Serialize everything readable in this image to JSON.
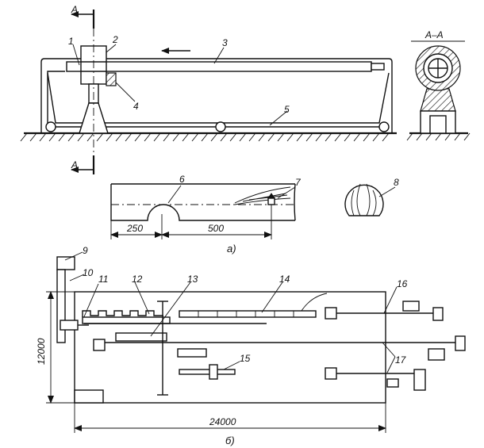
{
  "section_label": "А–А",
  "section_mark": "А",
  "part_labels": {
    "p1": "1",
    "p2": "2",
    "p3": "3",
    "p4": "4",
    "p5": "5",
    "p6": "6",
    "p7": "7",
    "p8": "8",
    "p9": "9",
    "p10": "10",
    "p11": "11",
    "p12": "12",
    "p13": "13",
    "p14": "14",
    "p15": "15",
    "p16": "16",
    "p17": "17"
  },
  "dimensions": {
    "d250": "250",
    "d500": "500",
    "d12000": "12000",
    "d24000": "24000"
  },
  "subfigure_labels": {
    "a": "а)",
    "b": "б)"
  }
}
